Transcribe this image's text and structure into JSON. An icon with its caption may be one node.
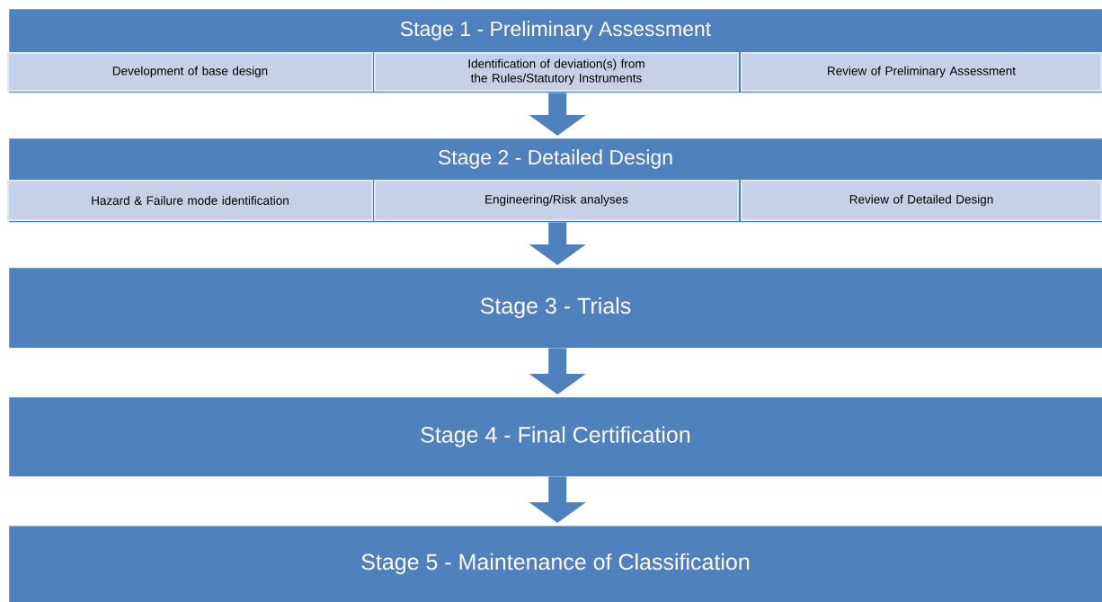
{
  "diagram": {
    "nodes": [
      {
        "text": [
          "Stage 1  - Preliminary Assessment"
        ]
      },
      {
        "text": [
          "Development of base design"
        ],
        "in": 0
      },
      {
        "text": [
          "Identification of deviation(s) from the Rules/Statutory Instruments"
        ],
        "in": 0
      },
      {
        "text": [
          "Review of Preliminary Assessment"
        ],
        "in": 0
      },
      {
        "text": [
          "Stage 2 - Detailed Design"
        ]
      },
      {
        "text": [
          "Hazard & Failure mode identification"
        ],
        "in": 4
      },
      {
        "text": [
          "Engineering/Risk analyses"
        ],
        "in": 4
      },
      {
        "text": [
          "Review of Detailed Design"
        ],
        "in": 4
      },
      {
        "text": [
          "Stage 3 - Trials"
        ]
      },
      {
        "text": [
          "Stage 4 - Final Certification"
        ]
      },
      {
        "text": [
          "Stage 5 - Maintenance of Classification"
        ]
      }
    ],
    "edges": [
      {
        "from": 0,
        "to": 4,
        "arrow": "to"
      },
      {
        "from": 4,
        "to": 8,
        "arrow": "to"
      },
      {
        "from": 8,
        "to": 9,
        "arrow": "to"
      },
      {
        "from": 9,
        "to": 10,
        "arrow": "to"
      }
    ]
  }
}
